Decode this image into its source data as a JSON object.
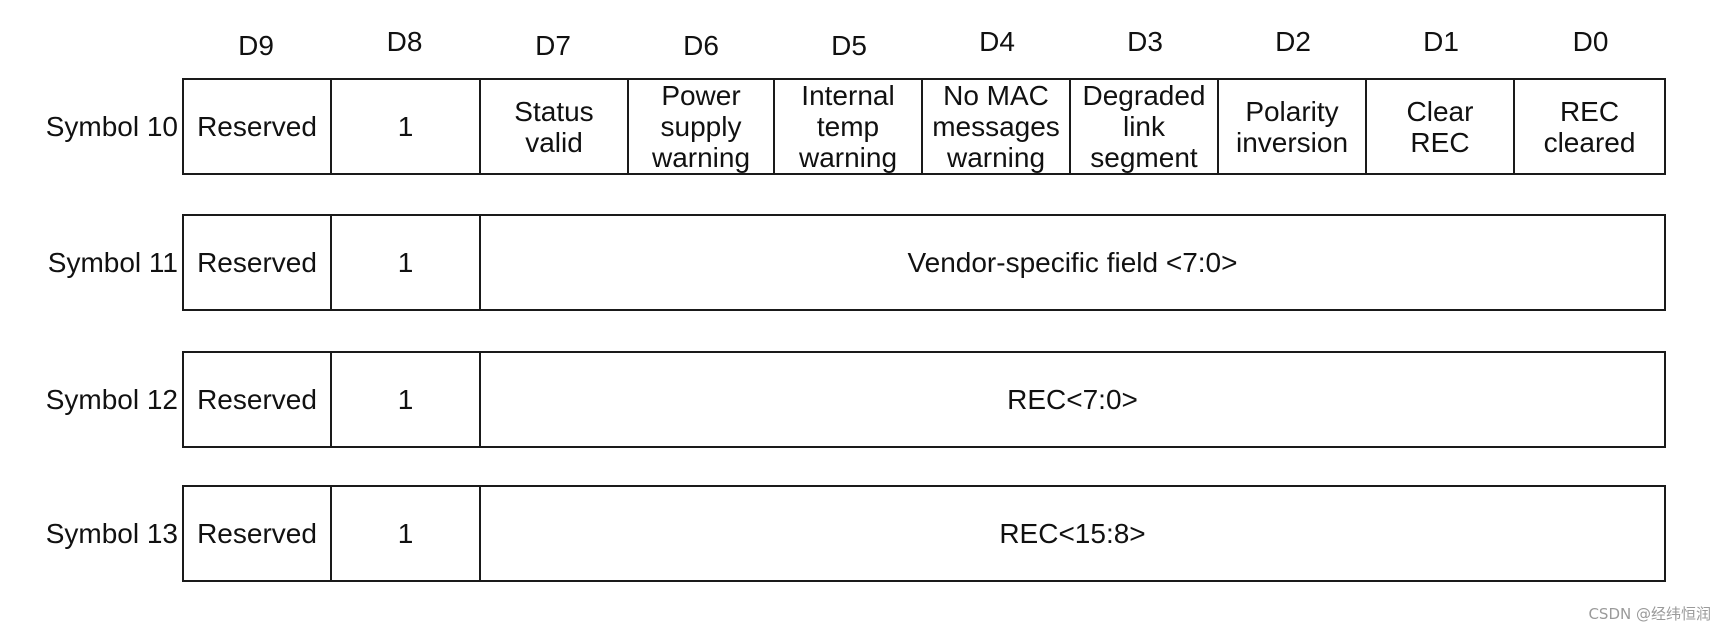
{
  "bit_headers": [
    "D9",
    "D8",
    "D7",
    "D6",
    "D5",
    "D4",
    "D3",
    "D2",
    "D1",
    "D0"
  ],
  "rows": [
    {
      "label": "Symbol 10",
      "d9": "Reserved",
      "d8": "1",
      "bits": [
        "Status\nvalid",
        "Power\nsupply\nwarning",
        "Internal\ntemp\nwarning",
        "No MAC\nmessages\nwarning",
        "Degraded\nlink\nsegment",
        "Polarity\ninversion",
        "Clear\nREC",
        "REC\ncleared"
      ]
    },
    {
      "label": "Symbol 11",
      "d9": "Reserved",
      "d8": "1",
      "field": "Vendor-specific field <7:0>"
    },
    {
      "label": "Symbol 12",
      "d9": "Reserved",
      "d8": "1",
      "field": "REC<7:0>"
    },
    {
      "label": "Symbol 13",
      "d9": "Reserved",
      "d8": "1",
      "field": "REC<15:8>"
    }
  ],
  "watermark": "CSDN @经纬恒润"
}
